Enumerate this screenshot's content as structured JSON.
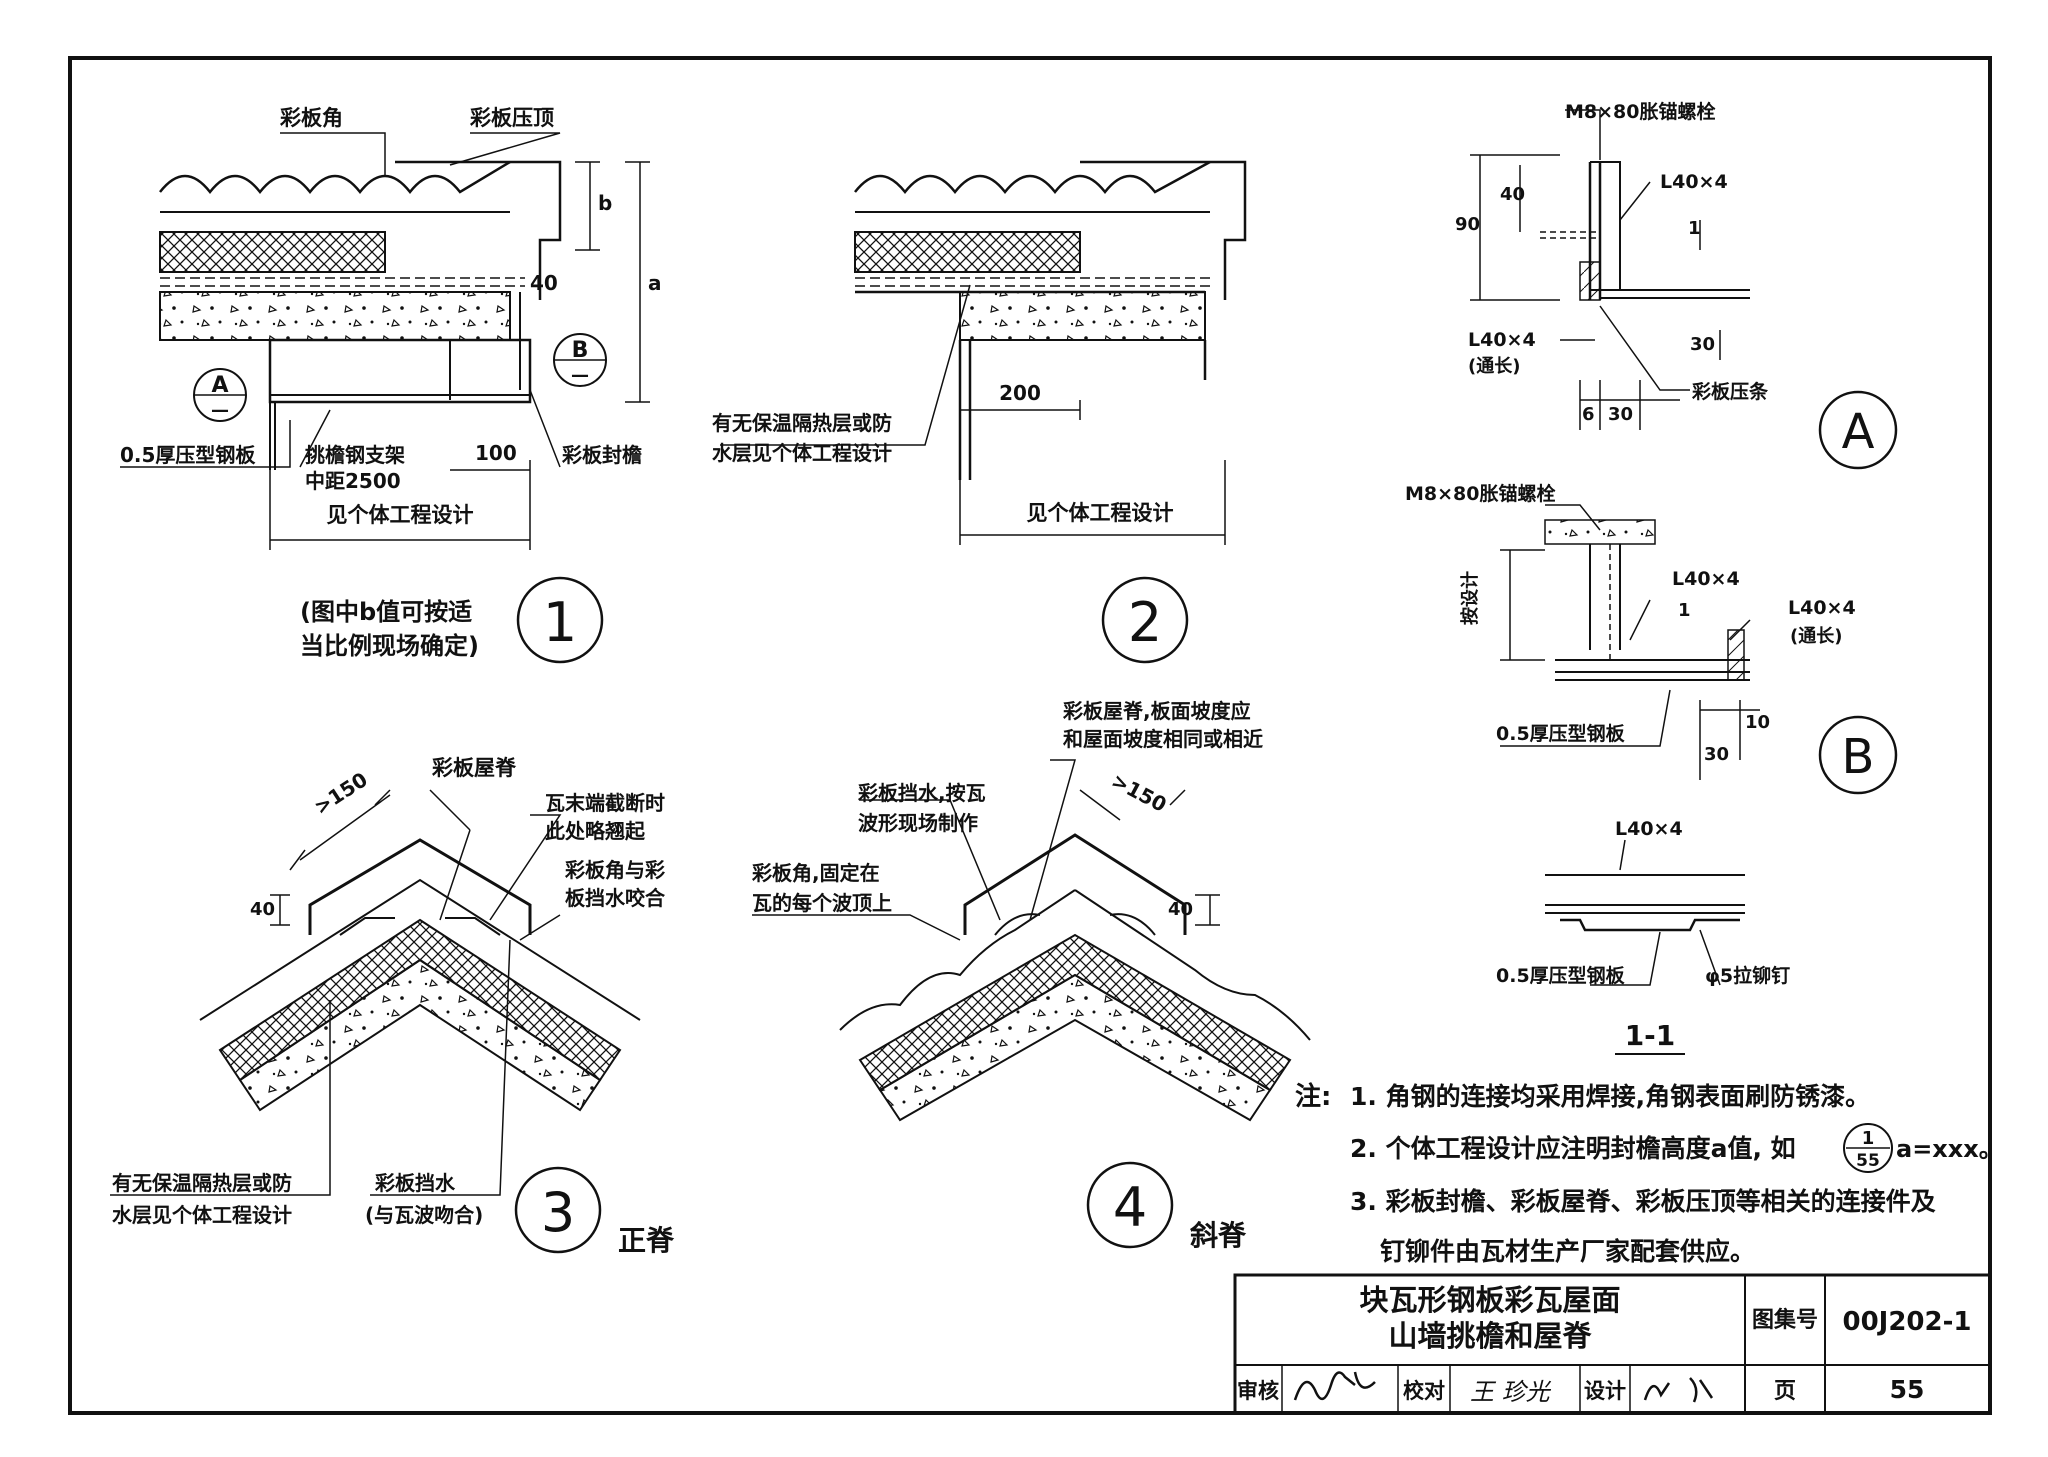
{
  "details": {
    "d1": {
      "labels": {
        "corner": "彩板角",
        "top_cap": "彩板压顶",
        "b": "b",
        "a": "a",
        "dim40": "40",
        "steel_plate": "0.5厚压型钢板",
        "bracket": "挑檐钢支架",
        "spacing": "中距2500",
        "dim100": "100",
        "eave_seal": "彩板封檐",
        "see_design": "见个体工程设计",
        "ref_a": "A",
        "ref_b": "B",
        "ref_den": "—"
      },
      "number": "1",
      "caption_line1": "(图中b值可按适",
      "caption_line2": "当比例现场确定)"
    },
    "d2": {
      "labels": {
        "dim200": "200",
        "layer_line1": "有无保温隔热层或防",
        "layer_line2": "水层见个体工程设计",
        "see_design": "见个体工程设计"
      },
      "number": "2"
    },
    "dA": {
      "labels": {
        "bolt": "M8×80胀锚螺栓",
        "angle": "L40×4",
        "dim40": "40",
        "dim90": "90",
        "slope": "1",
        "dim30": "30",
        "angle_full": "L40×4",
        "full_length": "(通长)",
        "dim6": "6",
        "dim30b": "30",
        "strip": "彩板压条"
      },
      "letter": "A"
    },
    "dB": {
      "labels": {
        "bolt": "M8×80胀锚螺栓",
        "by_design": "按设计",
        "angle": "L40×4",
        "slope": "1",
        "angle_full": "L40×4",
        "full_length": "(通长)",
        "steel_plate": "0.5厚压型钢板",
        "dim10": "10",
        "dim30": "30"
      },
      "letter": "B"
    },
    "s11": {
      "labels": {
        "angle": "L40×4",
        "steel_plate": "0.5厚压型钢板",
        "rivet": "φ5拉铆钉"
      },
      "title": "1-1"
    },
    "d3": {
      "labels": {
        "ridge": "彩板屋脊",
        "dim150": ">150",
        "cut_line1": "瓦末端截断时",
        "cut_line2": "此处略翘起",
        "bite_line1": "彩板角与彩",
        "bite_line2": "板挡水咬合",
        "dim40": "40",
        "layer_line1": "有无保温隔热层或防",
        "layer_line2": "水层见个体工程设计",
        "flashing": "彩板挡水",
        "flashing_note": "(与瓦波吻合)"
      },
      "number": "3",
      "kind": "正脊"
    },
    "d4": {
      "labels": {
        "ridge_line1": "彩板屋脊,板面坡度应",
        "ridge_line2": "和屋面坡度相同或相近",
        "flash_line1": "彩板挡水,按瓦",
        "flash_line2": "波形现场制作",
        "corner_line1": "彩板角,固定在",
        "corner_line2": "瓦的每个波顶上",
        "dim150": ">150",
        "dim40": "40"
      },
      "number": "4",
      "kind": "斜脊"
    }
  },
  "notes": {
    "prefix": "注:",
    "n1": "1. 角钢的连接均采用焊接,角钢表面刷防锈漆。",
    "n2_pre": "2. 个体工程设计应注明封檐高度a值, 如",
    "n2_num": "1",
    "n2_den": "55",
    "n2_post": "a=xxx。",
    "n3a": "3. 彩板封檐、彩板屋脊、彩板压顶等相关的连接件及",
    "n3b": "钉铆件由瓦材生产厂家配套供应。"
  },
  "title_block": {
    "title_line1": "块瓦形钢板彩瓦屋面",
    "title_line2": "山墙挑檐和屋脊",
    "atlas_label": "图集号",
    "atlas_no": "00J202-1",
    "review_label": "审核",
    "check_label": "校对",
    "design_label": "设计",
    "page_label": "页",
    "page_no": "55",
    "check_sign": "王 珍光"
  }
}
